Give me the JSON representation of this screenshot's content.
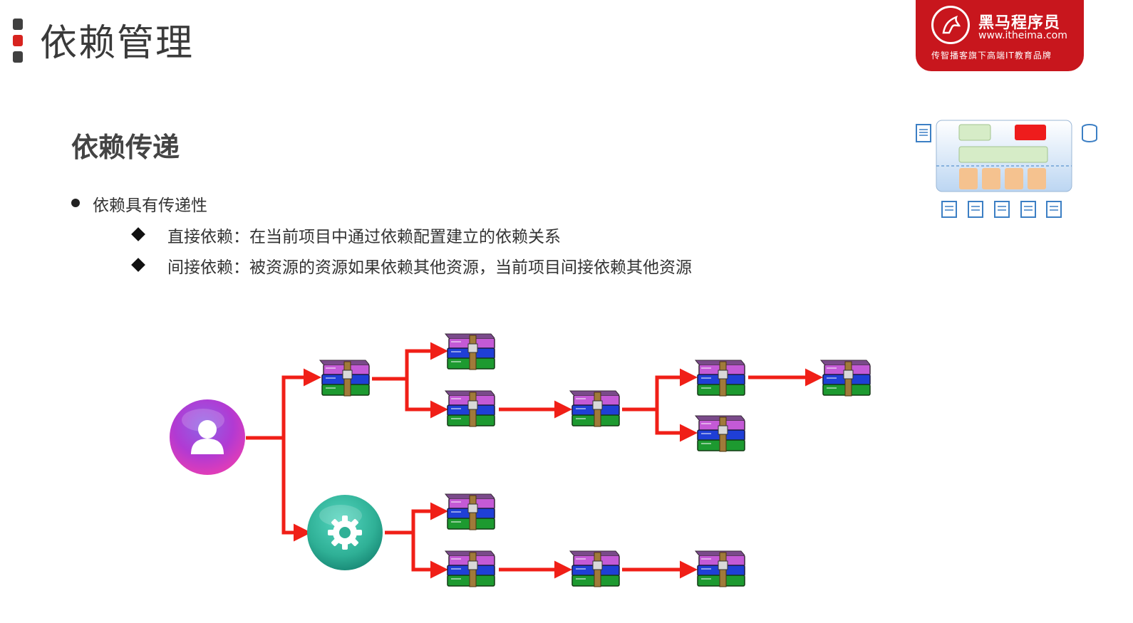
{
  "header": {
    "title": "依赖管理"
  },
  "logo": {
    "brand": "黑马程序员",
    "url": "www.itheima.com",
    "slogan": "传智播客旗下高端IT教育品牌"
  },
  "content": {
    "section_title": "依赖传递",
    "bullet": "依赖具有传递性",
    "items": [
      {
        "label": "直接依赖：",
        "text": "在当前项目中通过依赖配置建立的依赖关系"
      },
      {
        "label": "间接依赖：",
        "text": "被资源的资源如果依赖其他资源，当前项目间接依赖其他资源"
      }
    ]
  },
  "colors": {
    "accent_red": "#d7231f",
    "arrow": "#f01f17",
    "user_node": "#c23ad8",
    "gear_node": "#3bbfa6"
  },
  "icons": {
    "root_top": "user-icon",
    "root_bottom": "gear-icon",
    "dependency": "archive-stack-icon"
  }
}
